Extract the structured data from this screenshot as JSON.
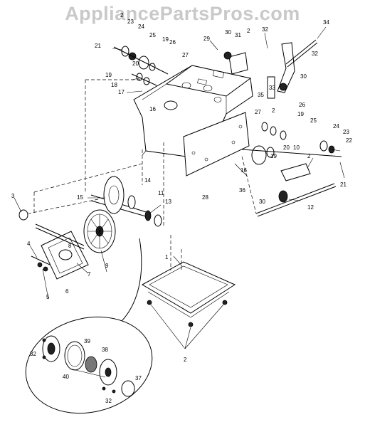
{
  "watermark": "AppliancePartsPros.com",
  "callouts": [
    "1",
    "2",
    "3",
    "4",
    "5",
    "6",
    "7",
    "8",
    "9",
    "10",
    "11",
    "12",
    "13",
    "14",
    "15",
    "16",
    "17",
    "18",
    "19",
    "20",
    "21",
    "22",
    "23",
    "24",
    "25",
    "26",
    "27",
    "28",
    "29",
    "30",
    "31",
    "32",
    "33",
    "34",
    "35",
    "36",
    "37",
    "38",
    "39",
    "40"
  ]
}
